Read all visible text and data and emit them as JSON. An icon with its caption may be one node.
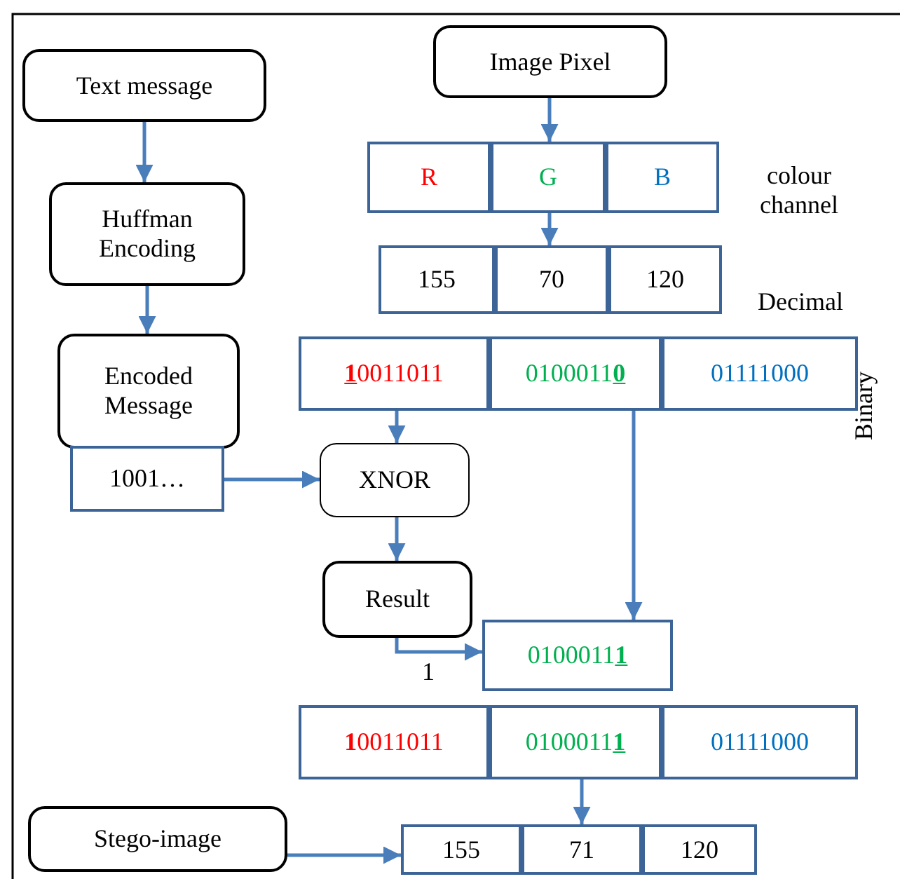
{
  "diagram": {
    "nodes": [
      {
        "text": [
          "Text message"
        ]
      },
      {
        "text": [
          "Huffman Encoding"
        ]
      },
      {
        "text": [
          "Encoded Message"
        ]
      },
      {
        "text": [
          "1001…"
        ]
      },
      {
        "text": [
          "Image Pixel"
        ]
      },
      {
        "text": [
          "R"
        ]
      },
      {
        "text": [
          "G"
        ]
      },
      {
        "text": [
          "B"
        ]
      },
      {
        "text": [
          "155"
        ]
      },
      {
        "text": [
          "70"
        ]
      },
      {
        "text": [
          "120"
        ]
      },
      {
        "text": [
          "**1**0011011"
        ]
      },
      {
        "text": [
          "0100011**0**"
        ]
      },
      {
        "text": [
          "01111000"
        ]
      },
      {
        "text": [
          "XNOR"
        ]
      },
      {
        "text": [
          "Result"
        ]
      },
      {
        "text": [
          "0100011**1**"
        ]
      },
      {
        "text": [
          "**1**0011011"
        ]
      },
      {
        "text": [
          "0100011**1**"
        ]
      },
      {
        "text": [
          "01111000"
        ]
      },
      {
        "text": [
          "Stego-image"
        ]
      },
      {
        "text": [
          "155"
        ]
      },
      {
        "text": [
          "71"
        ]
      },
      {
        "text": [
          "120"
        ]
      }
    ],
    "edges": [
      {
        "from": 0,
        "to": 1,
        "arrow": "to"
      },
      {
        "from": 1,
        "to": 2,
        "arrow": "to"
      },
      {
        "from": 4,
        "to": 6,
        "arrow": "to"
      },
      {
        "from": 6,
        "to": 9,
        "arrow": "to"
      },
      {
        "from": 11,
        "to": 14,
        "arrow": "to"
      },
      {
        "from": 3,
        "to": 14,
        "arrow": "to"
      },
      {
        "from": 14,
        "to": 15,
        "arrow": "to"
      },
      {
        "from": 12,
        "to": 16,
        "arrow": "to"
      },
      {
        "from": 15,
        "to": 16,
        "arrow": "to",
        "label": "1"
      },
      {
        "from": 18,
        "to": 22,
        "arrow": "to"
      },
      {
        "from": 20,
        "to": 21,
        "arrow": "to"
      }
    ],
    "labels": [
      "colour channel",
      "Decimal",
      "Binary"
    ]
  }
}
